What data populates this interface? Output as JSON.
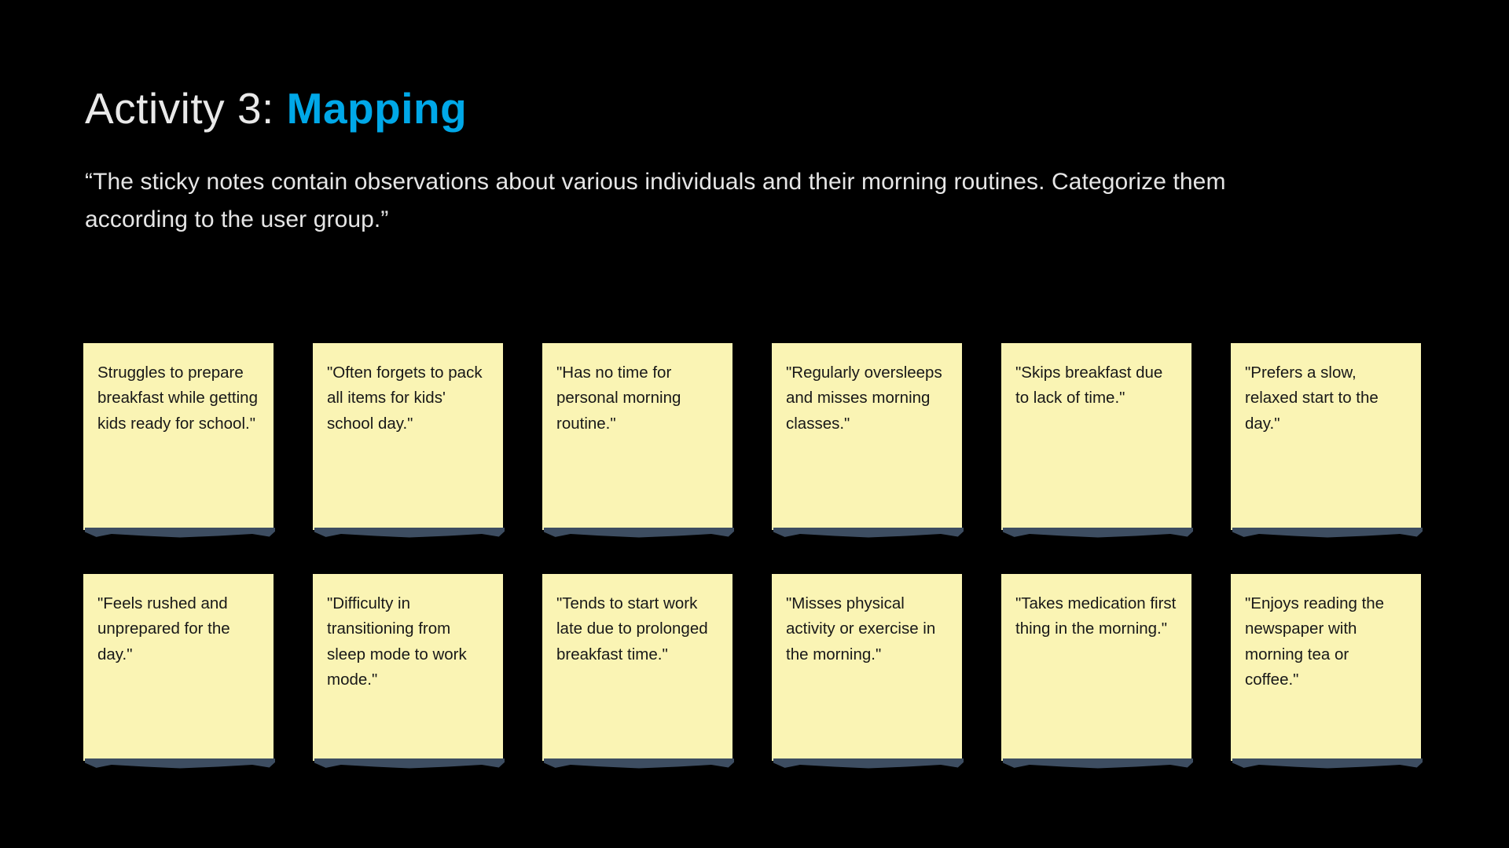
{
  "theme": {
    "background": "#000000",
    "title_color": "#e9e9e9",
    "accent_color": "#00A8E8",
    "subtitle_color": "#e6e6e6",
    "note_background": "#FAF4B4",
    "note_text_color": "#181818",
    "note_shadow_color": "#3d4d61"
  },
  "header": {
    "title_static": "Activity 3: ",
    "title_accent": "Mapping",
    "subtitle": "“The sticky notes contain observations about various individuals and their morning routines. Categorize them according to the user group.”"
  },
  "notes": [
    {
      "id": "note-1",
      "text": "Struggles to prepare breakfast while getting kids ready for school.\""
    },
    {
      "id": "note-2",
      "text": "\"Often forgets to pack all items for kids' school day.\""
    },
    {
      "id": "note-3",
      "text": "\"Has no time for personal morning routine.\""
    },
    {
      "id": "note-4",
      "text": "\"Regularly oversleeps and misses morning classes.\""
    },
    {
      "id": "note-5",
      "text": "\"Skips breakfast due to lack of time.\""
    },
    {
      "id": "note-6",
      "text": "\"Prefers a slow, relaxed start to the day.\""
    },
    {
      "id": "note-7",
      "text": "\"Feels rushed and unprepared for the day.\""
    },
    {
      "id": "note-8",
      "text": "\"Difficulty in transitioning from sleep mode to work mode.\""
    },
    {
      "id": "note-9",
      "text": "\"Tends to start work late due to prolonged breakfast time.\""
    },
    {
      "id": "note-10",
      "text": "\"Misses physical activity or exercise in the morning.\""
    },
    {
      "id": "note-11",
      "text": "\"Takes medication first thing in the morning.\""
    },
    {
      "id": "note-12",
      "text": "\"Enjoys reading the newspaper with morning tea or coffee.\""
    }
  ]
}
